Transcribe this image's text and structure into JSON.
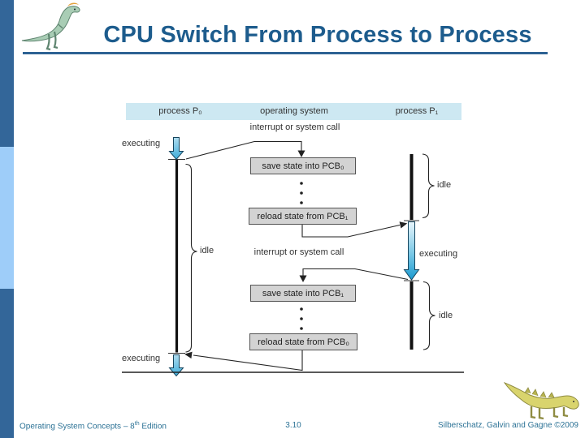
{
  "slide": {
    "title": "CPU Switch From Process to Process",
    "footer": {
      "left_prefix": "Operating System Concepts – 8",
      "left_sup": "th",
      "left_suffix": " Edition",
      "page": "3.10",
      "right": "Silberschatz, Galvin and Gagne ©2009"
    },
    "colors": {
      "title_blue": "#1d5c8d",
      "underline_blue": "#2d6293",
      "sidebar_dark": "#336699",
      "sidebar_light": "#9ecdf9",
      "footer_teal": "#2d7396"
    }
  },
  "diagram": {
    "columns": {
      "p0": "process P₀",
      "os": "operating system",
      "p1": "process P₁"
    },
    "labels": {
      "interrupt_top": "interrupt or system call",
      "interrupt_mid": "interrupt or system call",
      "executing_p0_top": "executing",
      "executing_p0_bottom": "executing",
      "executing_p1": "executing",
      "idle_p0": "idle",
      "idle_p1_top": "idle",
      "idle_p1_bottom": "idle"
    },
    "boxes": {
      "save_pcb0": "save state into PCB₀",
      "reload_pcb1": "reload state from PCB₁",
      "save_pcb1": "save state into PCB₁",
      "reload_pcb0": "reload state from PCB₀"
    },
    "colors": {
      "header_band": "#cde8f2",
      "box_fill": "#d3d3d3",
      "box_border": "#555555",
      "timeline_black": "#111111",
      "arrow_blue_light": "#bfe3f2",
      "arrow_blue_deep": "#1a9ad0"
    }
  }
}
